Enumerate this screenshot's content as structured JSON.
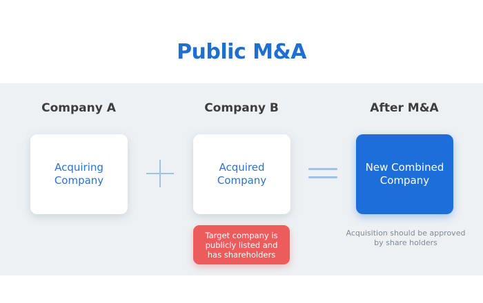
{
  "title": "Public M&A",
  "columns": [
    {
      "heading": "Company A",
      "card_lines": [
        "Acquiring",
        "Company"
      ]
    },
    {
      "heading": "Company B",
      "card_lines": [
        "Acquired",
        "Company"
      ]
    },
    {
      "heading": "After M&A",
      "card_lines": [
        "New Combined",
        "Company"
      ]
    }
  ],
  "operators": {
    "first": "plus",
    "second": "equals"
  },
  "notes": {
    "company_b": [
      "Target company is",
      "publicly listed and",
      "has shareholders"
    ],
    "after": [
      "Acquisition should be",
      "approved by share holders"
    ]
  },
  "colors": {
    "title": "#1f6fd1",
    "band": "#edf1f4",
    "card_text": "#2d72c9",
    "result_card": "#1c6fd8",
    "operator": "#9ec1e6",
    "note_red": "#ec5c5c",
    "note_grey_text": "#7e8a94"
  }
}
